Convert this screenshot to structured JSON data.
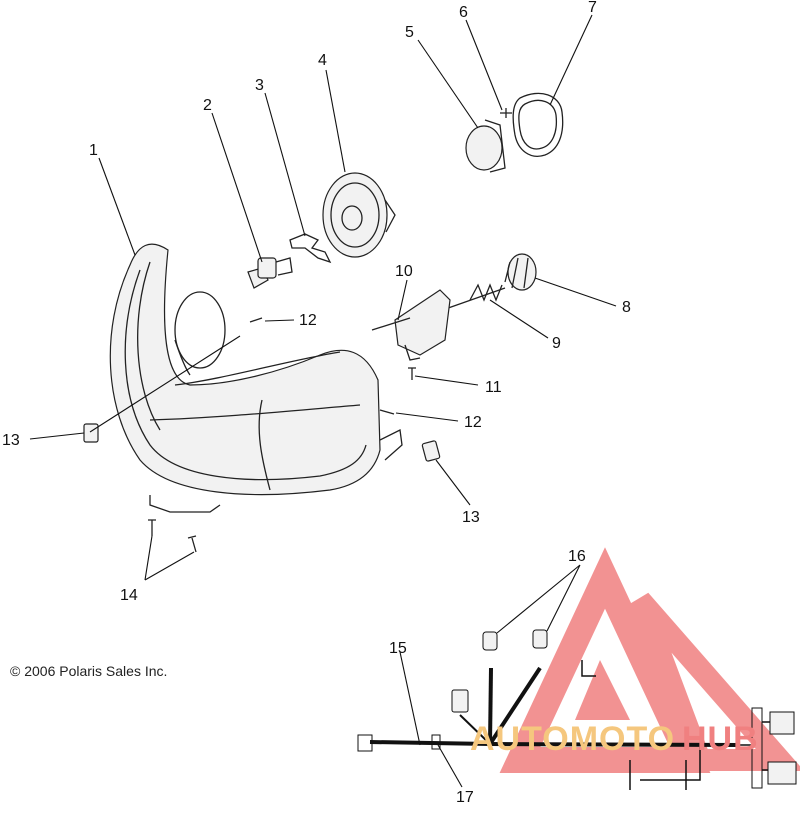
{
  "copyright": "© 2006 Polaris Sales Inc.",
  "callouts": [
    "1",
    "2",
    "3",
    "4",
    "5",
    "6",
    "7",
    "8",
    "9",
    "10",
    "11",
    "12",
    "12",
    "13",
    "13",
    "14",
    "15",
    "16",
    "17"
  ],
  "watermark": {
    "brand_part1": "AUTOMOTO",
    "brand_part2": "HUB",
    "color_primary": "#f08080",
    "color_secondary": "#f5c77e"
  },
  "colors": {
    "line": "#222222",
    "wire": "#111111"
  }
}
